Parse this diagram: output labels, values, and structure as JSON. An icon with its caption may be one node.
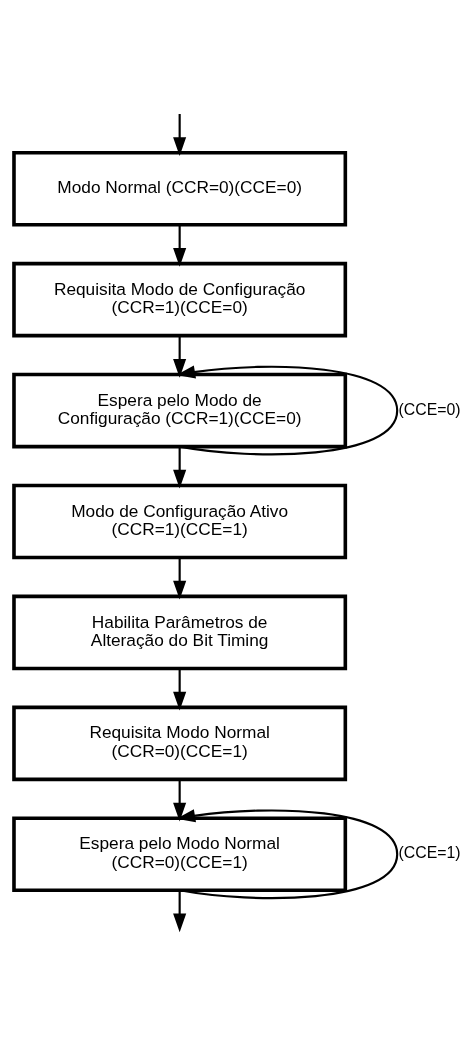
{
  "diagram": {
    "nodes": [
      {
        "text": [
          "Modo Normal (CCR=0)(CCE=0)"
        ]
      },
      {
        "text": [
          "Requisita Modo de Configuração (CCR=1)(CCE=0)"
        ]
      },
      {
        "text": [
          "Espera pelo Modo de Configuração (CCR=1)(CCE=0)"
        ]
      },
      {
        "text": [
          "Modo de Configuração Ativo (CCR=1)(CCE=1)"
        ]
      },
      {
        "text": [
          "Habilita Parâmetros de Alteração do Bit Timing"
        ]
      },
      {
        "text": [
          "Requisita Modo Normal (CCR=0)(CCE=1)"
        ]
      },
      {
        "text": [
          "Espera pelo Modo Normal (CCR=0)(CCE=1)"
        ]
      }
    ],
    "edges": [
      {
        "from": null,
        "to": 0,
        "arrow": "to"
      },
      {
        "from": 0,
        "to": 1,
        "arrow": "to"
      },
      {
        "from": 1,
        "to": 2,
        "arrow": "to"
      },
      {
        "from": 2,
        "to": 2,
        "arrow": "to",
        "label": "(CCE=0)"
      },
      {
        "from": 2,
        "to": 3,
        "arrow": "to"
      },
      {
        "from": 3,
        "to": 4,
        "arrow": "to"
      },
      {
        "from": 4,
        "to": 5,
        "arrow": "to"
      },
      {
        "from": 5,
        "to": 6,
        "arrow": "to"
      },
      {
        "from": 6,
        "to": 6,
        "arrow": "to",
        "label": "(CCE=1)"
      },
      {
        "from": 6,
        "to": null,
        "arrow": "to"
      }
    ]
  }
}
